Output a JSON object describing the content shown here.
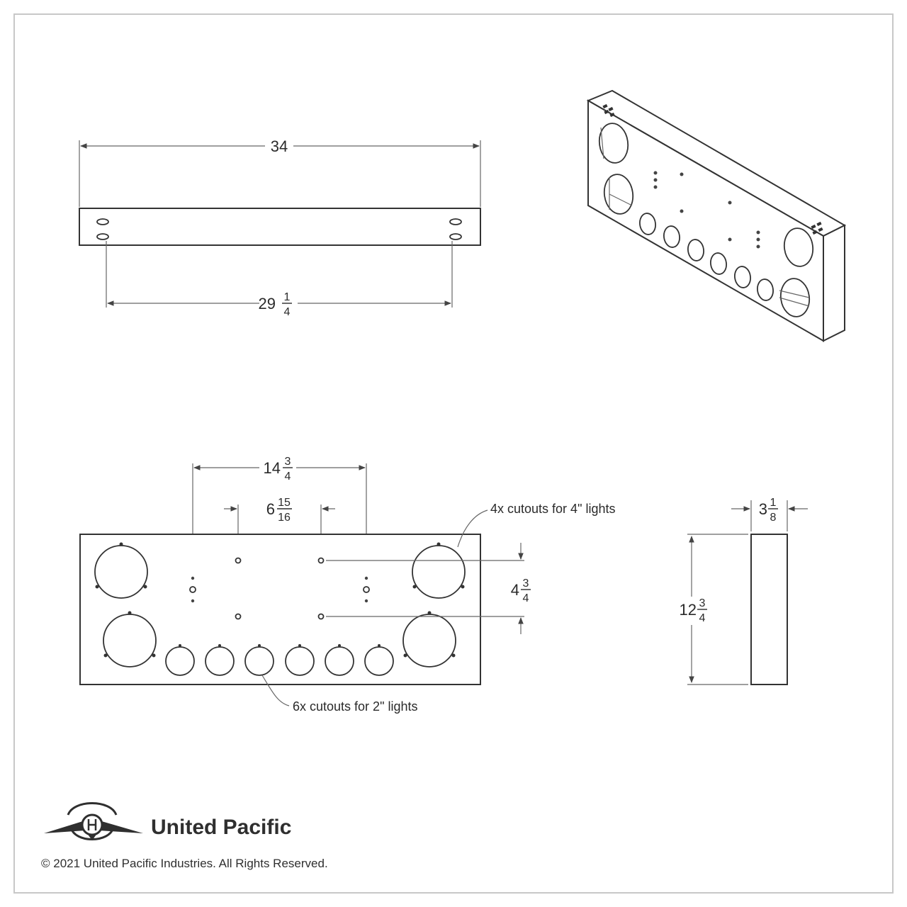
{
  "dimensions": {
    "top_length": "34",
    "slot_spacing": {
      "whole": "29",
      "num": "1",
      "den": "4"
    },
    "outer_bolt_spacing": {
      "whole": "14",
      "num": "3",
      "den": "4"
    },
    "inner_bolt_spacing": {
      "whole": "6",
      "num": "15",
      "den": "16"
    },
    "bolt_vertical_spacing": {
      "whole": "4",
      "num": "3",
      "den": "4"
    },
    "height": {
      "whole": "12",
      "num": "3",
      "den": "4"
    },
    "depth": {
      "whole": "3",
      "num": "1",
      "den": "8"
    }
  },
  "callouts": {
    "large_cutouts": "4x cutouts for 4\" lights",
    "small_cutouts": "6x cutouts for 2\" lights"
  },
  "brand": {
    "name": "United Pacific",
    "logo_icon": "winged-wheel-logo-icon",
    "copyright": "© 2021 United Pacific Industries. All Rights Reserved."
  },
  "colors": {
    "line": "#333333",
    "dimension": "#666666",
    "background": "#ffffff"
  }
}
